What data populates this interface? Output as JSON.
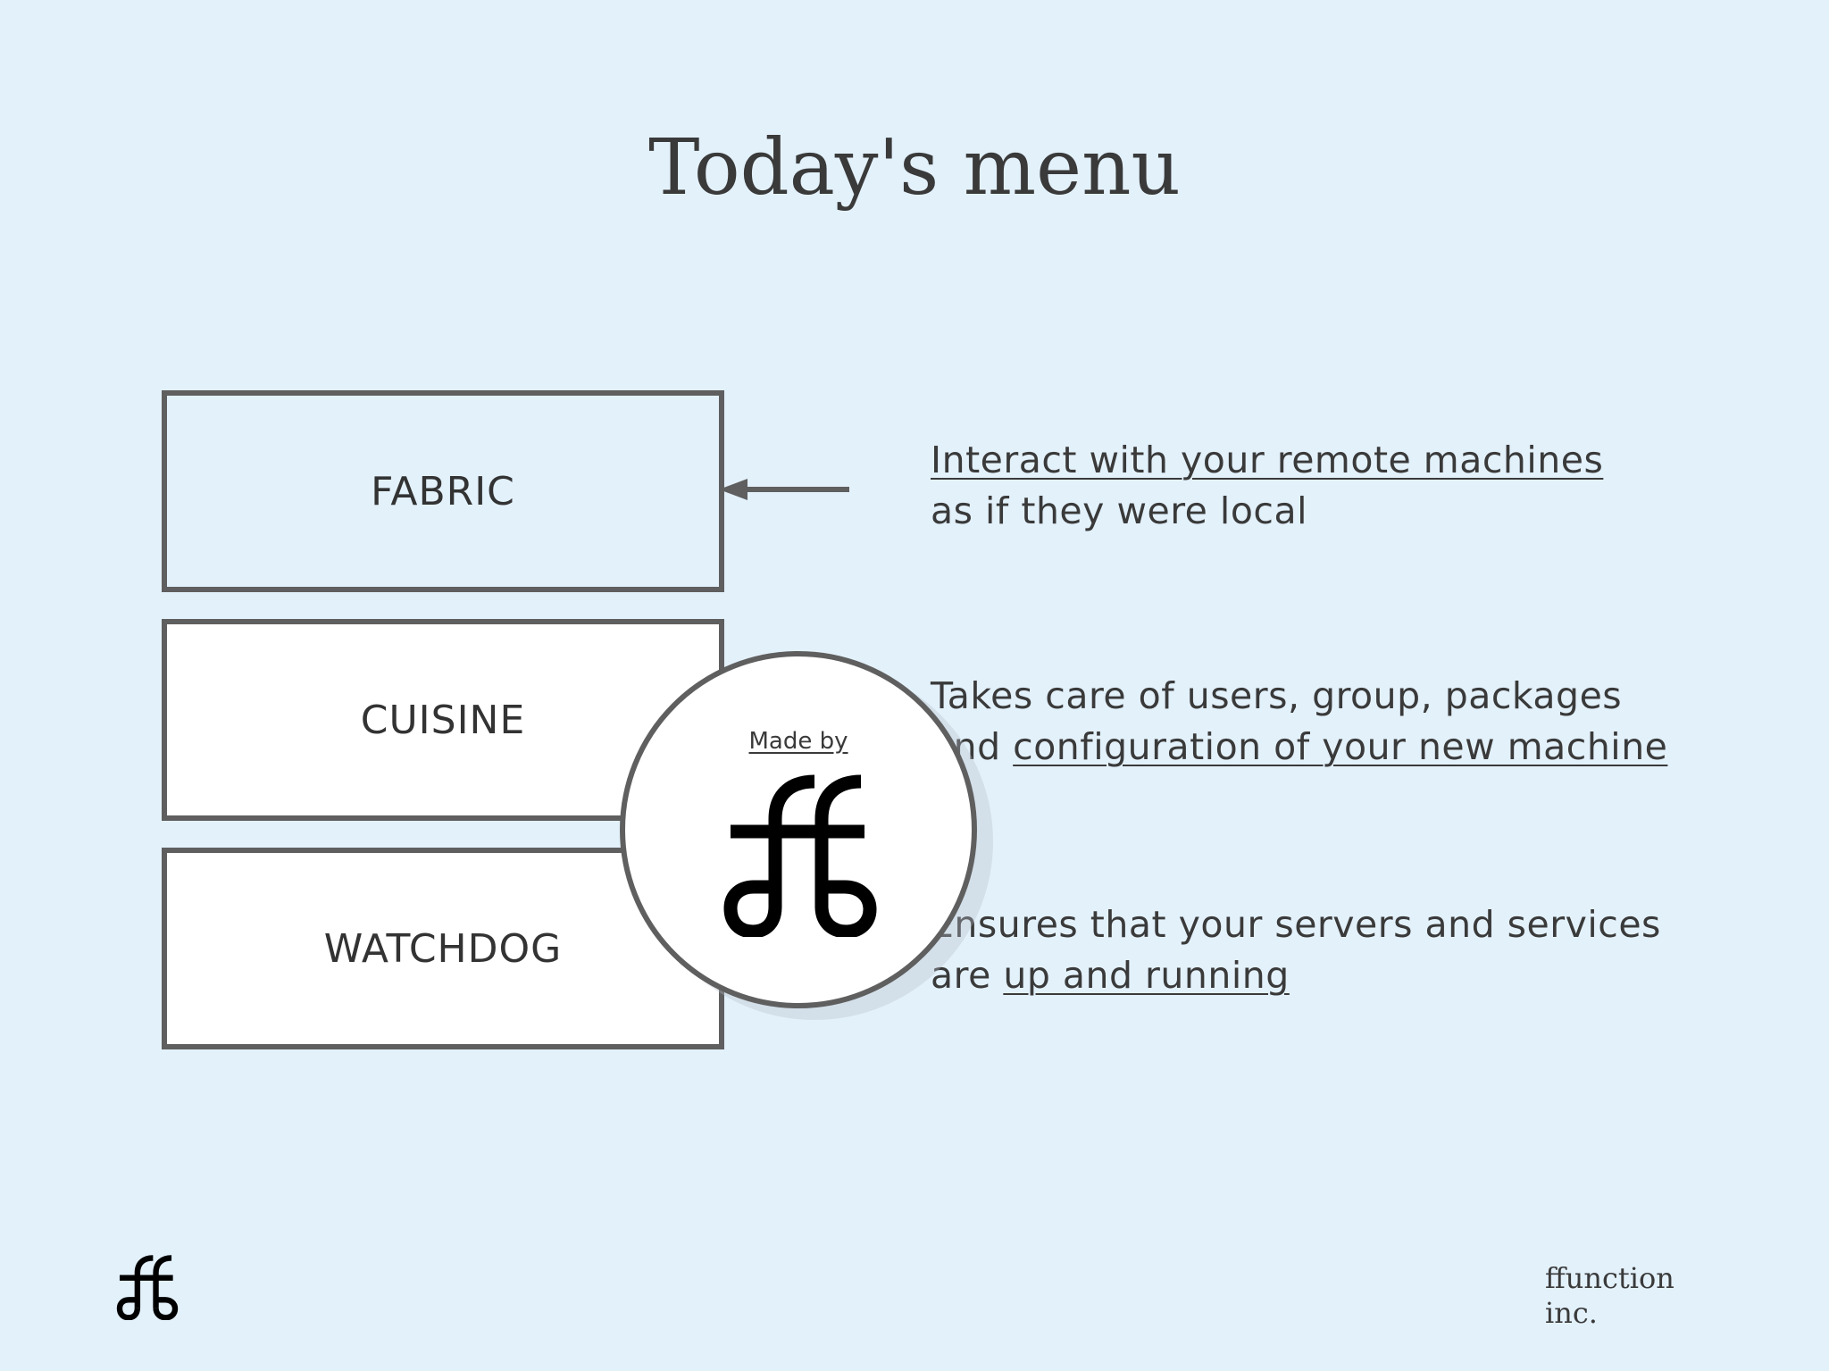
{
  "title": "Today's menu",
  "boxes": [
    {
      "label": "FABRIC"
    },
    {
      "label": "CUISINE"
    },
    {
      "label": "WATCHDOG"
    }
  ],
  "descriptions": [
    {
      "line1_link": "Interact with your remote machines",
      "line2": "as if they were local"
    },
    {
      "line1": "Takes care of users, group, packages",
      "line2_pre": "and ",
      "line2_link": "configuration of your new machine"
    },
    {
      "line1": "Ensures that your servers and services",
      "line2_pre": "are ",
      "line2_link": "up and running"
    }
  ],
  "badge": {
    "label": "Made by",
    "logo_icon": "ffunction-logo-icon"
  },
  "footer": {
    "brand_line1": "ffunction",
    "brand_line2": "inc.",
    "logo_icon": "ffunction-logo-icon"
  },
  "colors": {
    "background": "#e3f1fb",
    "border": "#5f5f5f",
    "text": "#3a3a3a"
  }
}
